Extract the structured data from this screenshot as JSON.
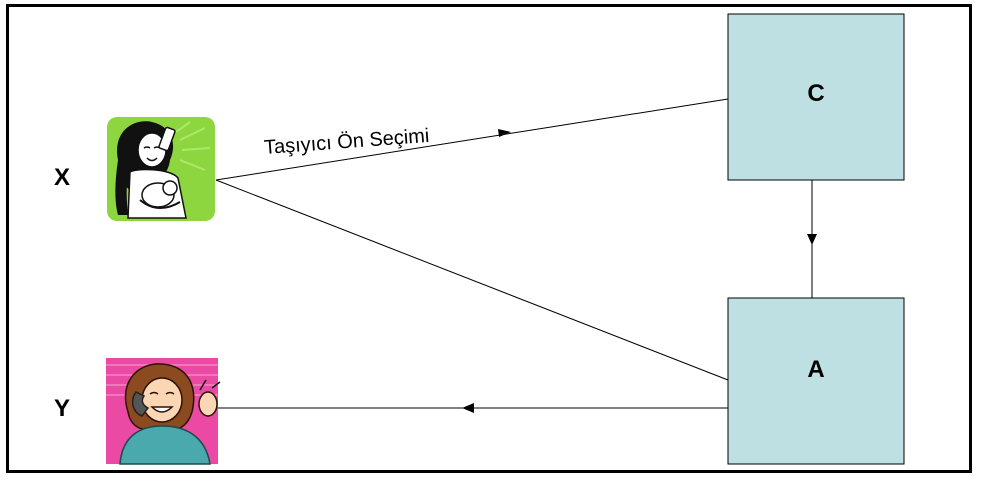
{
  "nodes": {
    "x": {
      "label": "X"
    },
    "y": {
      "label": "Y"
    },
    "c": {
      "label": "C"
    },
    "a": {
      "label": "A"
    }
  },
  "edges": {
    "x_to_c": {
      "label": "Taşıyıcı Ön Seçimi"
    }
  },
  "icons": {
    "x": "woman-on-phone-with-baby-icon",
    "y": "smiling-woman-on-phone-icon"
  },
  "colors": {
    "box_fill": "#bfe0e3",
    "icon_x_bg": "#8ed63f",
    "icon_y_bg": "#ea4aa3"
  }
}
